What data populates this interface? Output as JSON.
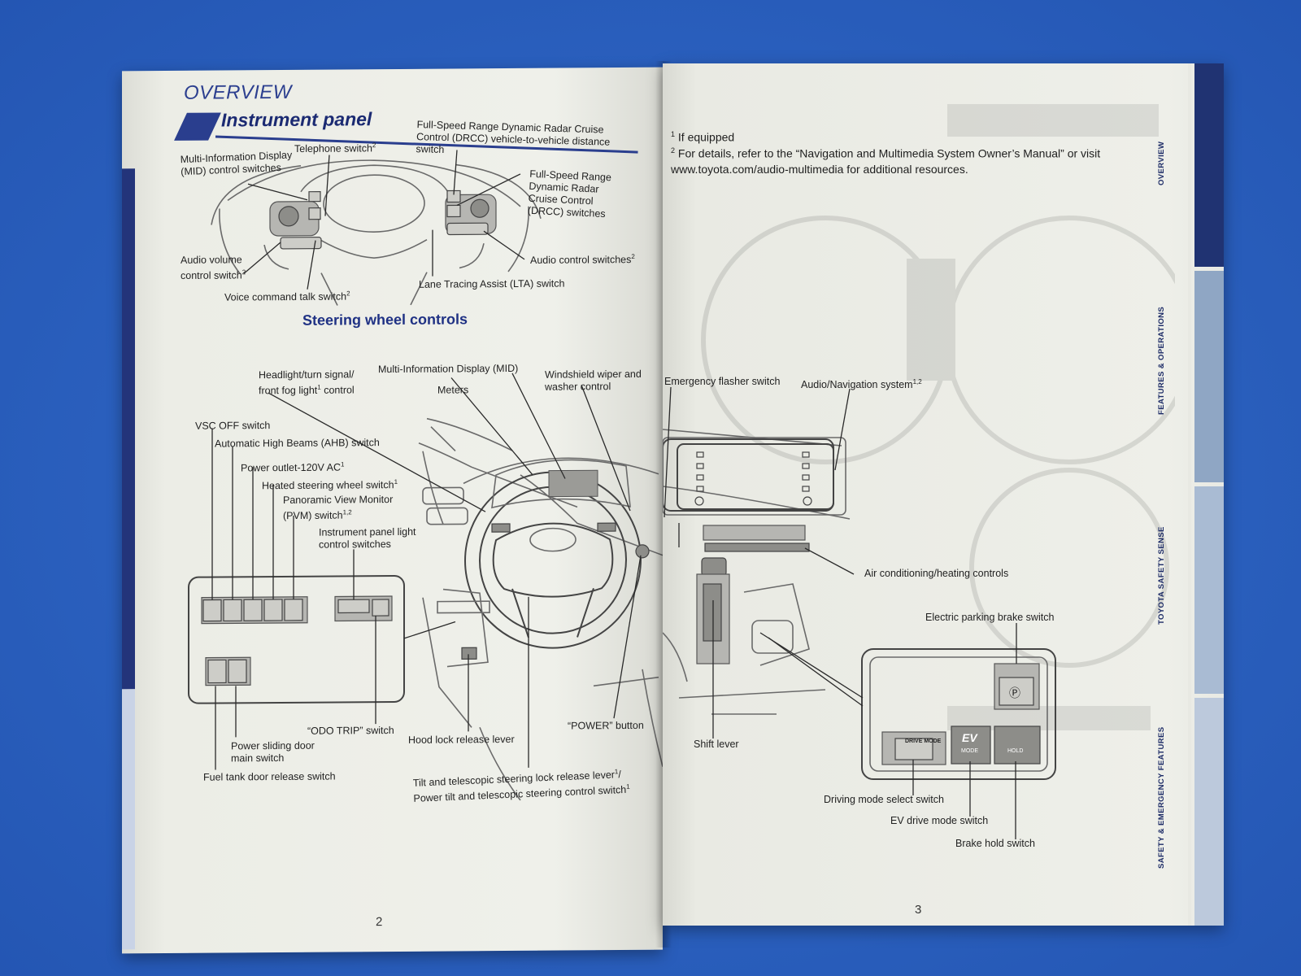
{
  "left_page": {
    "section_label": "OVERVIEW",
    "title": "Instrument panel",
    "wheel_section_heading": "Steering wheel controls",
    "page_number": "2",
    "wheel_callouts": {
      "mid_control": "Multi-Information Display (MID) control switches",
      "telephone": "Telephone switch",
      "telephone_sup": "2",
      "drcc_distance": "Full-Speed Range Dynamic Radar Cruise Control (DRCC) vehicle-to-vehicle distance switch",
      "drcc": "Full-Speed Range Dynamic Radar Cruise Control (DRCC) switches",
      "audio_volume": "Audio volume control switch",
      "audio_volume_sup": "2",
      "audio_control": "Audio control switches",
      "audio_control_sup": "2",
      "voice_command": "Voice command talk switch",
      "voice_command_sup": "2",
      "lta": "Lane Tracing Assist (LTA) switch"
    },
    "dash_callouts": {
      "headlight": "Headlight/turn signal/ front fog light",
      "headlight_sup": "1",
      "headlight_suffix": " control",
      "mid": "Multi-Information Display (MID)",
      "meters": "Meters",
      "wiper": "Windshield wiper and washer control",
      "vsc": "VSC OFF switch",
      "ahb": "Automatic High Beams (AHB) switch",
      "power_outlet": "Power outlet-120V AC",
      "power_outlet_sup": "1",
      "heated_wheel": "Heated steering wheel switch",
      "heated_wheel_sup": "1",
      "pvm": "Panoramic View Monitor (PVM) switch",
      "pvm_sup": "1,2",
      "panel_light": "Instrument panel light control switches",
      "odo_trip": "“ODO TRIP” switch",
      "sliding_door": "Power sliding door main switch",
      "fuel_door": "Fuel tank door release switch",
      "hood": "Hood lock release lever",
      "power_button": "“POWER” button",
      "tilt_lock": "Tilt and telescopic steering lock release lever",
      "tilt_lock_sup": "1",
      "tilt_suffix": "/",
      "power_tilt": "Power tilt and telescopic steering control switch",
      "power_tilt_sup": "1"
    }
  },
  "right_page": {
    "page_number": "3",
    "footnotes": [
      {
        "mark": "1",
        "text": "If equipped"
      },
      {
        "mark": "2",
        "text": "For details, refer to the “Navigation and Multimedia System Owner’s Manual” or visit www.toyota.com/audio-multimedia for additional resources."
      }
    ],
    "callouts": {
      "emergency_flasher": "Emergency flasher switch",
      "audio_nav": "Audio/Navigation system",
      "audio_nav_sup": "1,2",
      "air_conditioning": "Air conditioning/heating controls",
      "parking_brake": "Electric parking brake switch",
      "shift_lever": "Shift lever",
      "driving_mode": "Driving mode select switch",
      "ev_mode": "EV drive mode switch",
      "brake_hold": "Brake hold switch"
    },
    "console_labels": {
      "drive_mode": "DRIVE MODE",
      "ev": "EV",
      "mode": "MODE",
      "hold": "HOLD"
    },
    "side_tabs": [
      "OVERVIEW",
      "FEATURES & OPERATIONS",
      "TOYOTA SAFETY SENSE",
      "SAFETY & EMERGENCY FEATURES"
    ]
  },
  "colors": {
    "background": "#2e66c4",
    "heading_blue": "#1f3184",
    "tab_dark": "#203372"
  }
}
